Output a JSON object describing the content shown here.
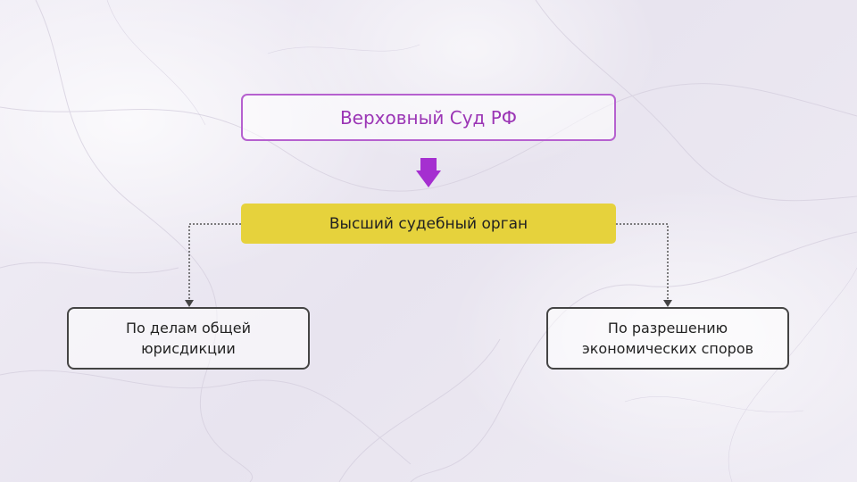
{
  "diagram": {
    "top": "Верховный Суд РФ",
    "middle": "Высший судебный орган",
    "left_line1": "По делам общей",
    "left_line2": "юрисдикции",
    "right_line1": "По разрешению",
    "right_line2": "экономических споров"
  },
  "colors": {
    "top_border": "#b661cf",
    "top_text": "#9b35b5",
    "arrow": "#a52fd0",
    "middle_fill": "#e6d23c",
    "leaf_border": "#444444",
    "connector": "#555555"
  }
}
